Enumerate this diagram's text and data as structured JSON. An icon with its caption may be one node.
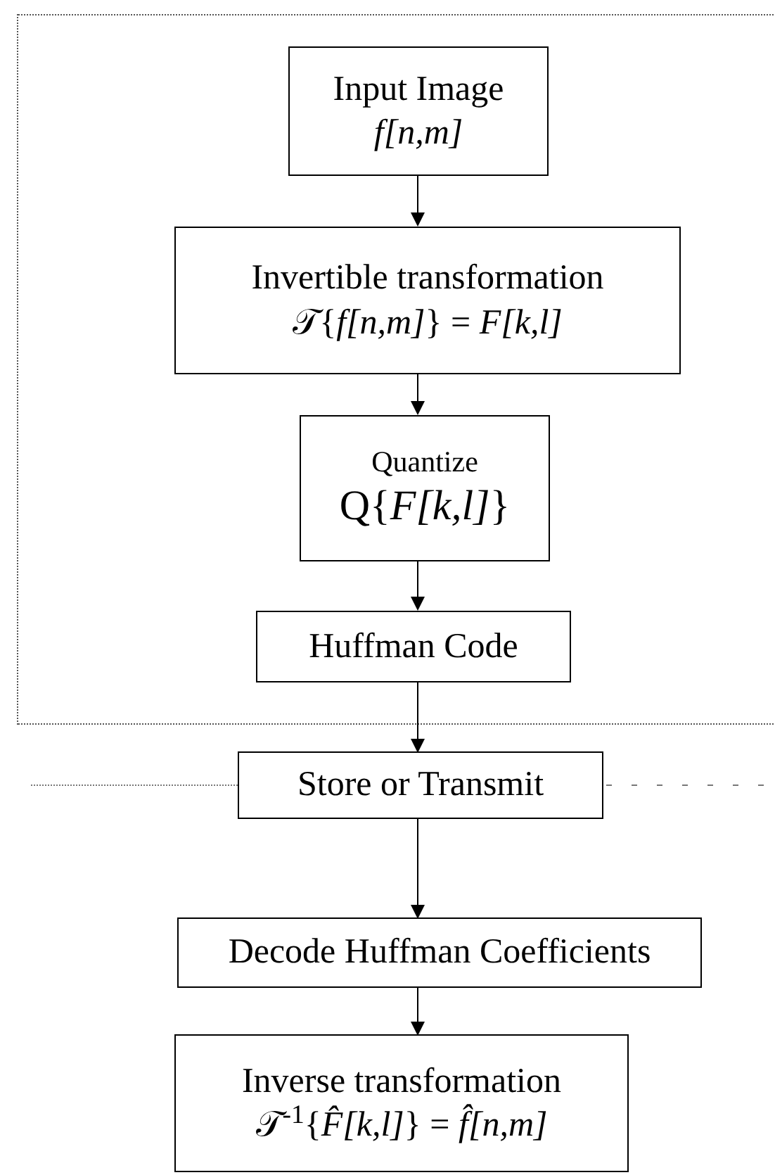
{
  "diagram": {
    "nodes": [
      {
        "text": [],
        "shape": "box"
      },
      {
        "text": [
          "Input Image",
          "*f[n,m]*"
        ],
        "in": 0
      },
      {
        "text": [
          "Invertible transformation",
          "𝒯{*f[n,m]*} = *F[k,l]*"
        ],
        "in": 0
      },
      {
        "text": [
          "Quantize",
          "Q{*F[k,l]*}"
        ],
        "in": 0
      },
      {
        "text": [
          "Huffman Code"
        ],
        "in": 0
      },
      {
        "text": [
          "Store or Transmit"
        ]
      },
      {
        "text": [
          "Decode Huffman Coefficients"
        ]
      },
      {
        "text": [
          "Inverse transformation",
          "𝒯$^{-1}${*F̂[k,l]*} = *f̂[n,m]*"
        ]
      }
    ],
    "edges": [
      {
        "from": 1,
        "to": 2,
        "arrow": "to"
      },
      {
        "from": 2,
        "to": 3,
        "arrow": "to"
      },
      {
        "from": 3,
        "to": 4,
        "arrow": "to"
      },
      {
        "from": 4,
        "to": 5,
        "arrow": "to"
      },
      {
        "from": 5,
        "to": 6,
        "arrow": "to"
      },
      {
        "from": 6,
        "to": 7,
        "arrow": "to"
      }
    ]
  }
}
